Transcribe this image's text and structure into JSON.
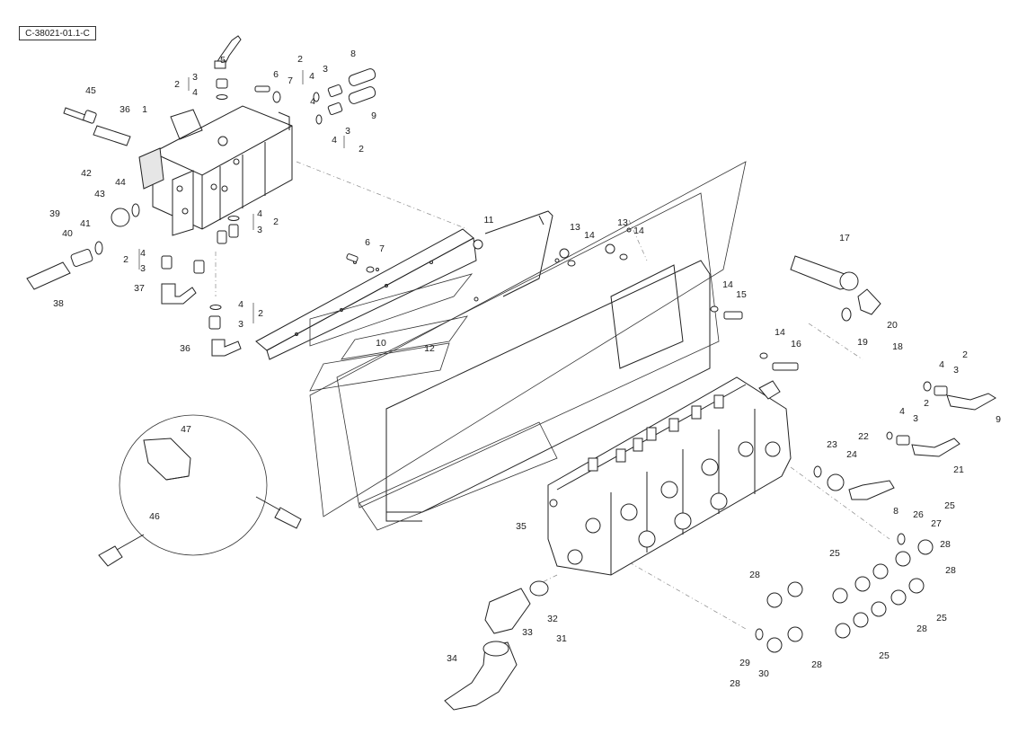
{
  "drawing": {
    "code": "C-38021-01.1-C"
  },
  "part_refs": [
    {
      "label": "5"
    },
    {
      "label": "2"
    },
    {
      "label": "3"
    },
    {
      "label": "4"
    },
    {
      "label": "6"
    },
    {
      "label": "7"
    },
    {
      "label": "2"
    },
    {
      "label": "3"
    },
    {
      "label": "4"
    },
    {
      "label": "8"
    },
    {
      "label": "4"
    },
    {
      "label": "9"
    },
    {
      "label": "4"
    },
    {
      "label": "3"
    },
    {
      "label": "2"
    },
    {
      "label": "45"
    },
    {
      "label": "36"
    },
    {
      "label": "1"
    },
    {
      "label": "42"
    },
    {
      "label": "44"
    },
    {
      "label": "43"
    },
    {
      "label": "39"
    },
    {
      "label": "41"
    },
    {
      "label": "40"
    },
    {
      "label": "38"
    },
    {
      "label": "4"
    },
    {
      "label": "2"
    },
    {
      "label": "3"
    },
    {
      "label": "4"
    },
    {
      "label": "2"
    },
    {
      "label": "3"
    },
    {
      "label": "37"
    },
    {
      "label": "4"
    },
    {
      "label": "3"
    },
    {
      "label": "2"
    },
    {
      "label": "36"
    },
    {
      "label": "6"
    },
    {
      "label": "7"
    },
    {
      "label": "10"
    },
    {
      "label": "12"
    },
    {
      "label": "11"
    },
    {
      "label": "13"
    },
    {
      "label": "14"
    },
    {
      "label": "13"
    },
    {
      "label": "14"
    },
    {
      "label": "14"
    },
    {
      "label": "15"
    },
    {
      "label": "17"
    },
    {
      "label": "20"
    },
    {
      "label": "19"
    },
    {
      "label": "18"
    },
    {
      "label": "14"
    },
    {
      "label": "16"
    },
    {
      "label": "2"
    },
    {
      "label": "4"
    },
    {
      "label": "3"
    },
    {
      "label": "2"
    },
    {
      "label": "9"
    },
    {
      "label": "4"
    },
    {
      "label": "3"
    },
    {
      "label": "22"
    },
    {
      "label": "23"
    },
    {
      "label": "24"
    },
    {
      "label": "21"
    },
    {
      "label": "8"
    },
    {
      "label": "47"
    },
    {
      "label": "46"
    },
    {
      "label": "35"
    },
    {
      "label": "25"
    },
    {
      "label": "26"
    },
    {
      "label": "27"
    },
    {
      "label": "28"
    },
    {
      "label": "25"
    },
    {
      "label": "28"
    },
    {
      "label": "28"
    },
    {
      "label": "25"
    },
    {
      "label": "25"
    },
    {
      "label": "28"
    },
    {
      "label": "32"
    },
    {
      "label": "33"
    },
    {
      "label": "31"
    },
    {
      "label": "34"
    },
    {
      "label": "29"
    },
    {
      "label": "30"
    },
    {
      "label": "28"
    },
    {
      "label": "28"
    }
  ]
}
